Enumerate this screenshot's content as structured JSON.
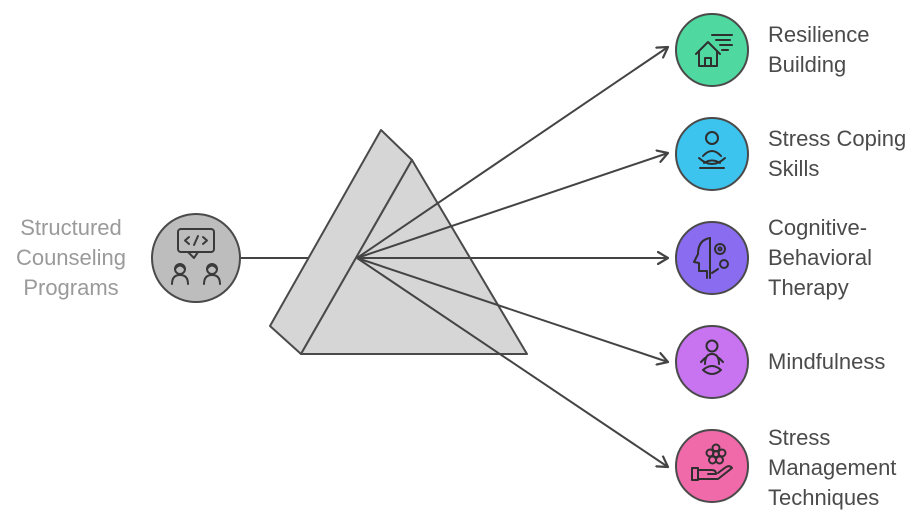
{
  "source": {
    "label": [
      "Structured",
      "Counseling",
      "Programs"
    ],
    "icon": "counseling-chat-icon",
    "color": "#bdbdbd"
  },
  "prism": {
    "color": "#d6d6d6",
    "stroke": "#4a4a4a"
  },
  "outputs": [
    {
      "id": "resilience-building",
      "label": [
        "Resilience",
        "Building"
      ],
      "icon": "house-wind-icon",
      "color": "#4fd9a0"
    },
    {
      "id": "stress-coping-skills",
      "label": [
        "Stress Coping",
        "Skills"
      ],
      "icon": "meditating-person-icon",
      "color": "#3cc3ee"
    },
    {
      "id": "cognitive-behavioral-therapy",
      "label": [
        "Cognitive-",
        "Behavioral",
        "Therapy"
      ],
      "icon": "head-gears-icon",
      "color": "#8a6cf0"
    },
    {
      "id": "mindfulness",
      "label": [
        "Mindfulness"
      ],
      "icon": "yoga-person-icon",
      "color": "#c873f0"
    },
    {
      "id": "stress-management-techniques",
      "label": [
        "Stress",
        "Management",
        "Techniques"
      ],
      "icon": "hand-flower-icon",
      "color": "#f06aaa"
    }
  ]
}
